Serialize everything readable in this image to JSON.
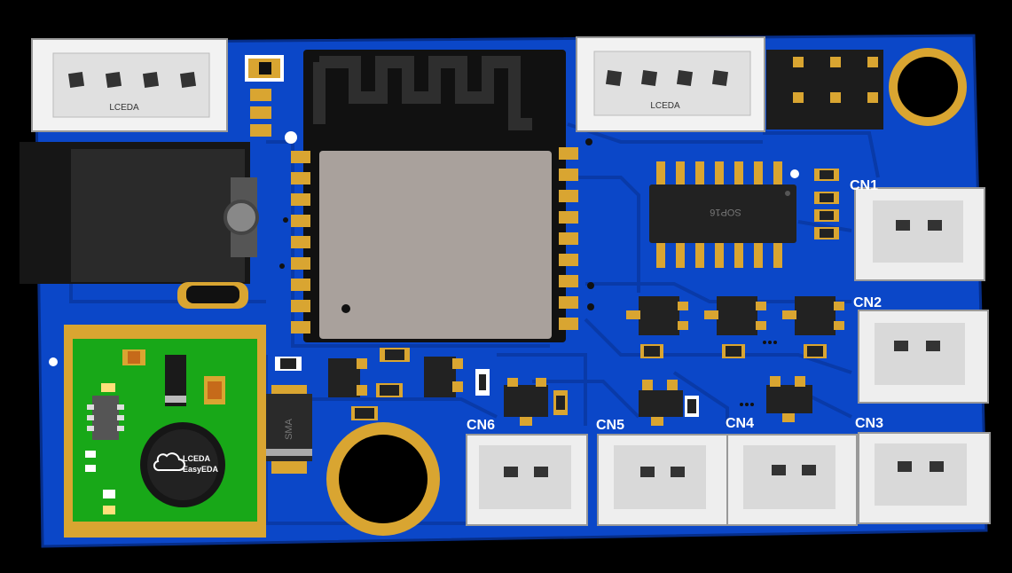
{
  "board": {
    "colors": {
      "pcb": "#0b47c8",
      "pcb_dark": "#062e8a",
      "pad_gold": "#d9a531",
      "module_green": "#18a818",
      "connector_white": "#e6e6e6",
      "chip_black": "#222222"
    },
    "connector_labels": [
      "CN1",
      "CN2",
      "CN3",
      "CN4",
      "CN5",
      "CN6"
    ],
    "header_logo_text": "LCEDA",
    "ic_label": "SOP16",
    "inductor_label_1": "LCEDA",
    "inductor_label_2": "EasyEDA",
    "diode_label": "SMA"
  }
}
